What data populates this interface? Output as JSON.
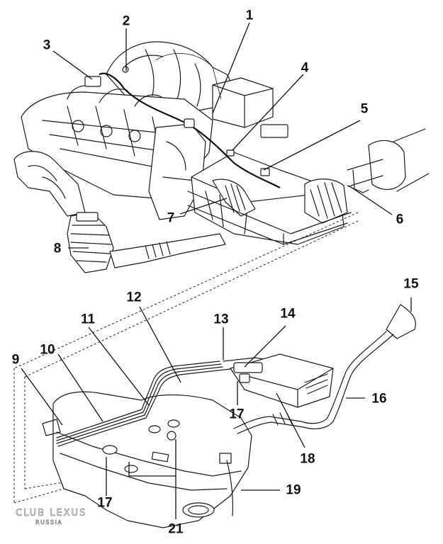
{
  "diagram": {
    "type": "exploded-view technical illustration",
    "subject": "Engine with exhaust system and fuel tank / fuel line assembly",
    "callouts": [
      {
        "id": "c1",
        "label": "1"
      },
      {
        "id": "c2",
        "label": "2"
      },
      {
        "id": "c3",
        "label": "3"
      },
      {
        "id": "c4",
        "label": "4"
      },
      {
        "id": "c5",
        "label": "5"
      },
      {
        "id": "c6",
        "label": "6"
      },
      {
        "id": "c7",
        "label": "7"
      },
      {
        "id": "c8",
        "label": "8"
      },
      {
        "id": "c9",
        "label": "9"
      },
      {
        "id": "c10",
        "label": "10"
      },
      {
        "id": "c11",
        "label": "11"
      },
      {
        "id": "c12",
        "label": "12"
      },
      {
        "id": "c13",
        "label": "13"
      },
      {
        "id": "c14",
        "label": "14"
      },
      {
        "id": "c15",
        "label": "15"
      },
      {
        "id": "c16",
        "label": "16"
      },
      {
        "id": "c17a",
        "label": "17"
      },
      {
        "id": "c17b",
        "label": "17"
      },
      {
        "id": "c18",
        "label": "18"
      },
      {
        "id": "c19",
        "label": "19"
      },
      {
        "id": "c21",
        "label": "21"
      }
    ]
  },
  "watermark": {
    "line1": "CLUB LEXUS",
    "line2": "RUSSIA"
  }
}
